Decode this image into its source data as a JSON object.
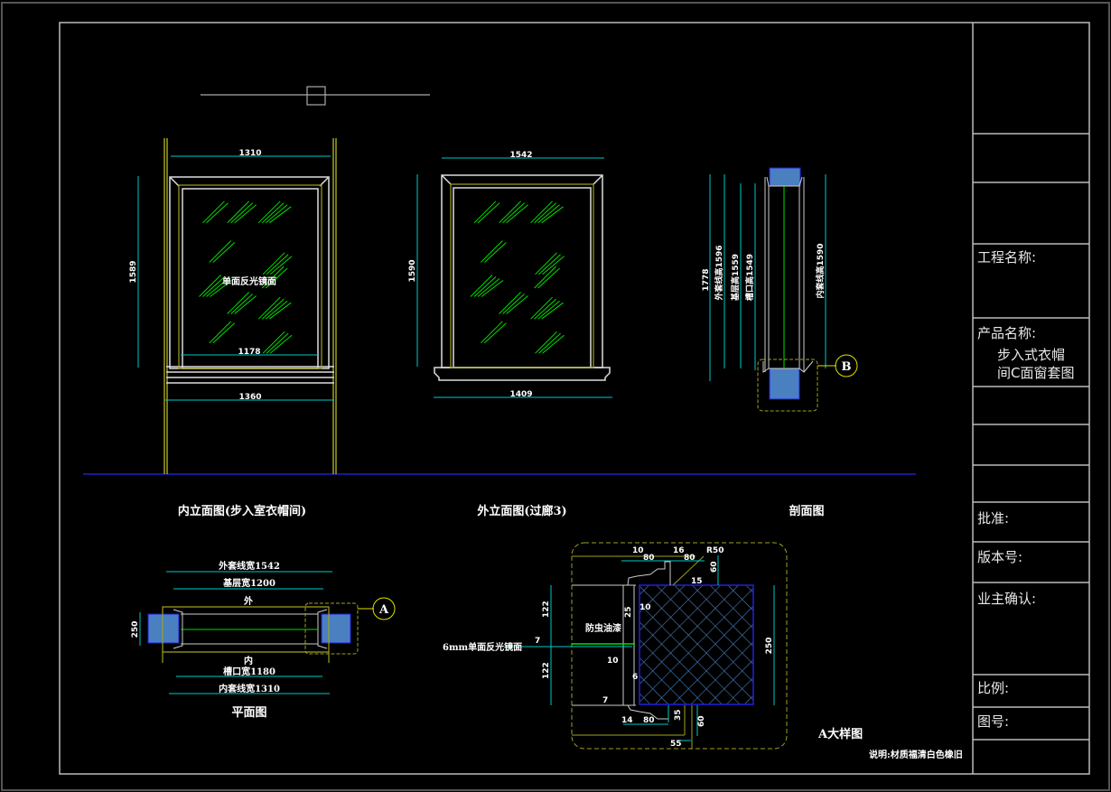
{
  "title_block": {
    "project_name_label": "工程名称:",
    "product_name_label": "产品名称:",
    "product_name_line1": "步入式衣帽",
    "product_name_line2": "间C面窗套图",
    "approve_label": "批准:",
    "version_label": "版本号:",
    "owner_confirm_label": "业主确认:",
    "scale_label": "比例:",
    "drawing_no_label": "图号:"
  },
  "views": {
    "inner_elevation": {
      "caption": "内立面图(步入室衣帽间)",
      "dim_top": "1310",
      "dim_height": "1589",
      "dim_inner": "1178",
      "dim_bottom": "1360",
      "glass_label": "单面反光镜面"
    },
    "outer_elevation": {
      "caption": "外立面图(过廊3)",
      "dim_top": "1542",
      "dim_height": "1590",
      "dim_bottom": "1409"
    },
    "section": {
      "caption": "剖面图",
      "dim_total": "1778",
      "dim_outer_frame": "外套线高1596",
      "dim_base": "基层高1559",
      "dim_slot": "槽口高1549",
      "dim_inner_frame": "内套线高1590",
      "callout": "B"
    },
    "plan": {
      "caption": "平面图",
      "dim_outer_frame": "外套线宽1542",
      "dim_base": "基层宽1200",
      "outside_label": "外",
      "inside_label": "内",
      "dim_slot": "槽口宽1180",
      "dim_inner_frame": "内套线宽1310",
      "dim_wall": "250",
      "callout": "A"
    },
    "detail_a": {
      "caption": "A大样图",
      "note": "说明:材质福清白色橡旧",
      "glass_label": "6mm单面反光镜面",
      "sealant_label": "防虫油漆",
      "dims": [
        "10",
        "80",
        "16",
        "80",
        "R50",
        "60",
        "15",
        "25",
        "10",
        "122",
        "122",
        "10",
        "6",
        "7",
        "7",
        "14",
        "80",
        "35",
        "60",
        "55",
        "250"
      ]
    }
  },
  "colors": {
    "background": "#000000",
    "frame_line": "#c8c8c8",
    "dimension": "#00c8c8",
    "glass_hatch": "#00e000",
    "trim": "#a0a020",
    "wall_fill": "#4a7fc0",
    "ground_line": "#2020c0",
    "callout": "#e0e000"
  }
}
